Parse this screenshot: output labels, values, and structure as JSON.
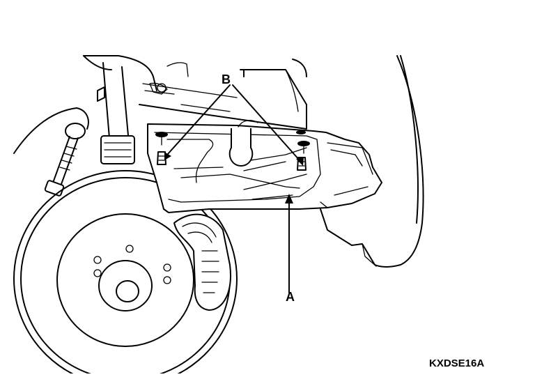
{
  "figure": {
    "callouts": {
      "b": "B",
      "a": "A"
    },
    "code": "KXDSE16A",
    "colors": {
      "ink": "#000000",
      "paper": "#ffffff"
    }
  }
}
